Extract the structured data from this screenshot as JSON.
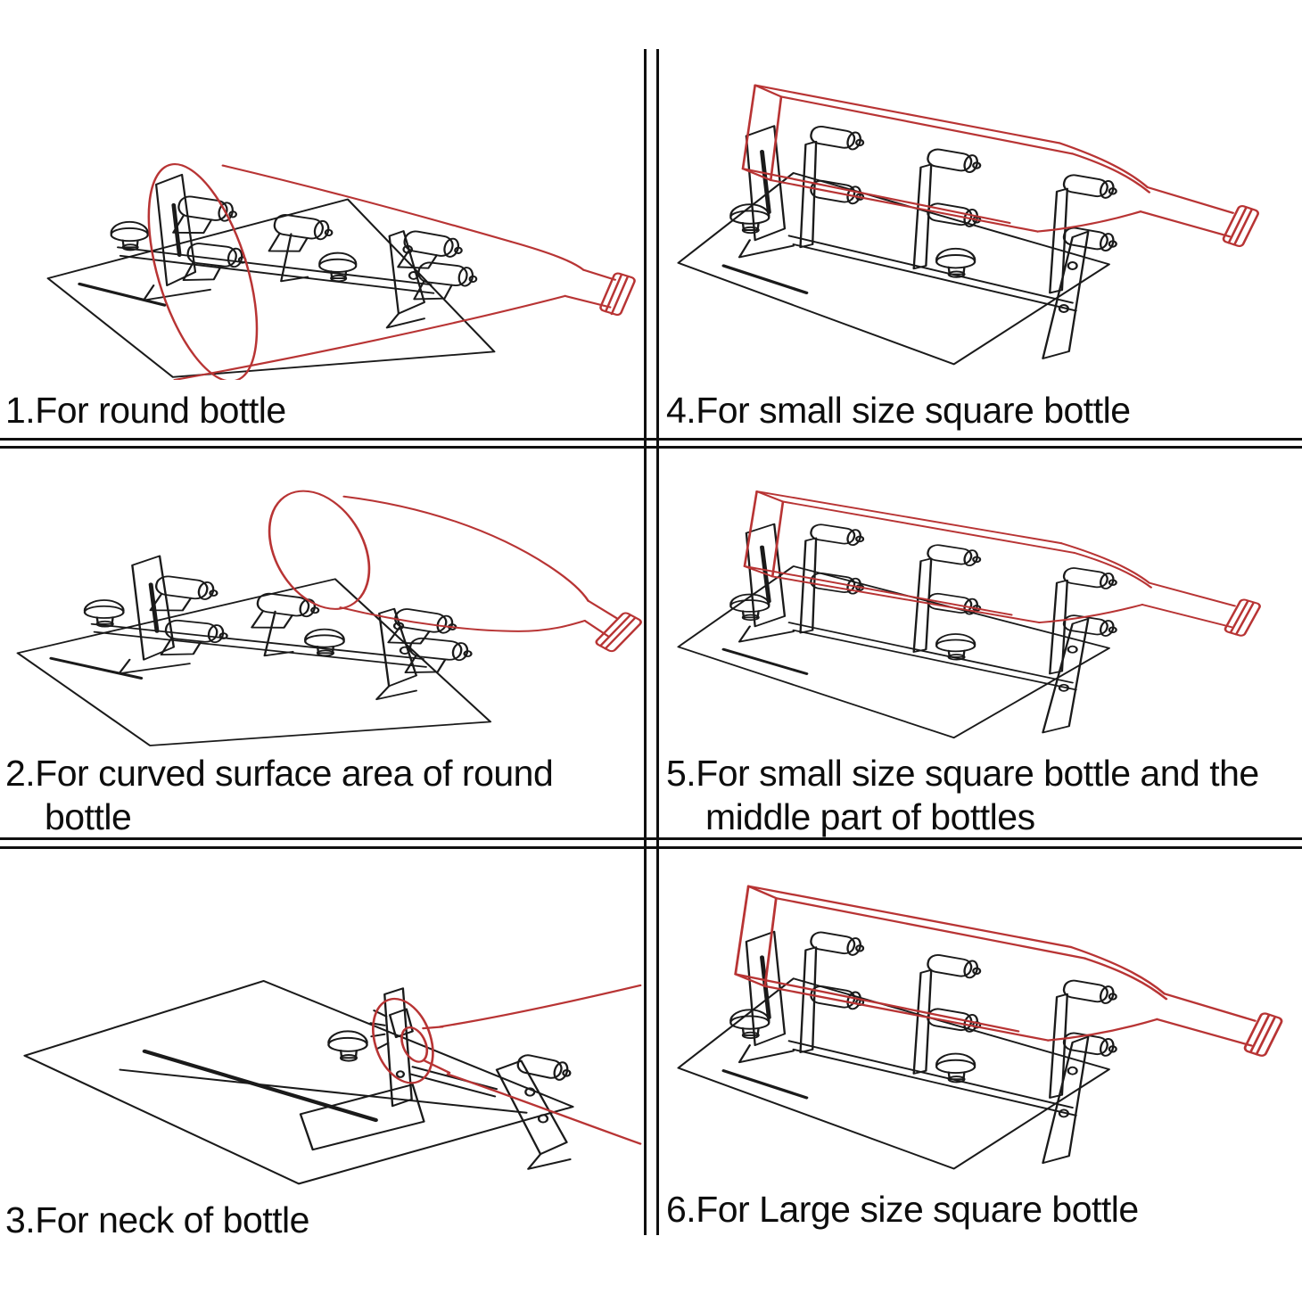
{
  "colors": {
    "background": "#ffffff",
    "jig_line": "#1a1a1a",
    "bottle_outline_red": "#b83434",
    "caption_text": "#0d0d0d",
    "divider": "#101010"
  },
  "panels": [
    {
      "number": "1",
      "caption": "1.For round bottle",
      "lines": [
        "1.For round bottle"
      ]
    },
    {
      "number": "2",
      "caption": "2.For curved surface area of round bottle",
      "lines": [
        "2.For curved surface area of round",
        "bottle"
      ]
    },
    {
      "number": "3",
      "caption": "3.For neck of bottle",
      "lines": [
        "3.For neck of bottle"
      ]
    },
    {
      "number": "4",
      "caption": "4.For small size square bottle",
      "lines": [
        "4.For small size square bottle"
      ]
    },
    {
      "number": "5",
      "caption": "5.For small size square bottle and the middle part of bottles",
      "lines": [
        "5.For small size square bottle and the",
        "middle part of bottles"
      ]
    },
    {
      "number": "6",
      "caption": "6.For Large size square bottle",
      "lines": [
        "6.For Large size square bottle"
      ]
    }
  ]
}
